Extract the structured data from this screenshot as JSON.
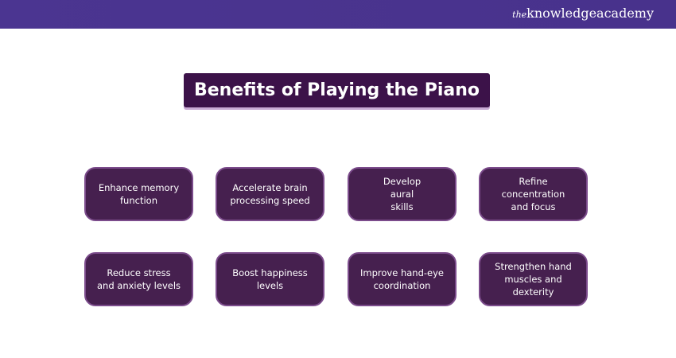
{
  "logo": {
    "prefix": "the",
    "name": "knowledgeacademy"
  },
  "title": "Benefits of Playing the Piano",
  "benefits": [
    "Enhance memory function",
    "Accelerate brain processing speed",
    "Develop aural skills",
    "Refine concentration and focus",
    "Reduce stress and anxiety levels",
    "Boost happiness levels",
    "Improve hand-eye coordination",
    "Strengthen hand muscles and dexterity"
  ]
}
